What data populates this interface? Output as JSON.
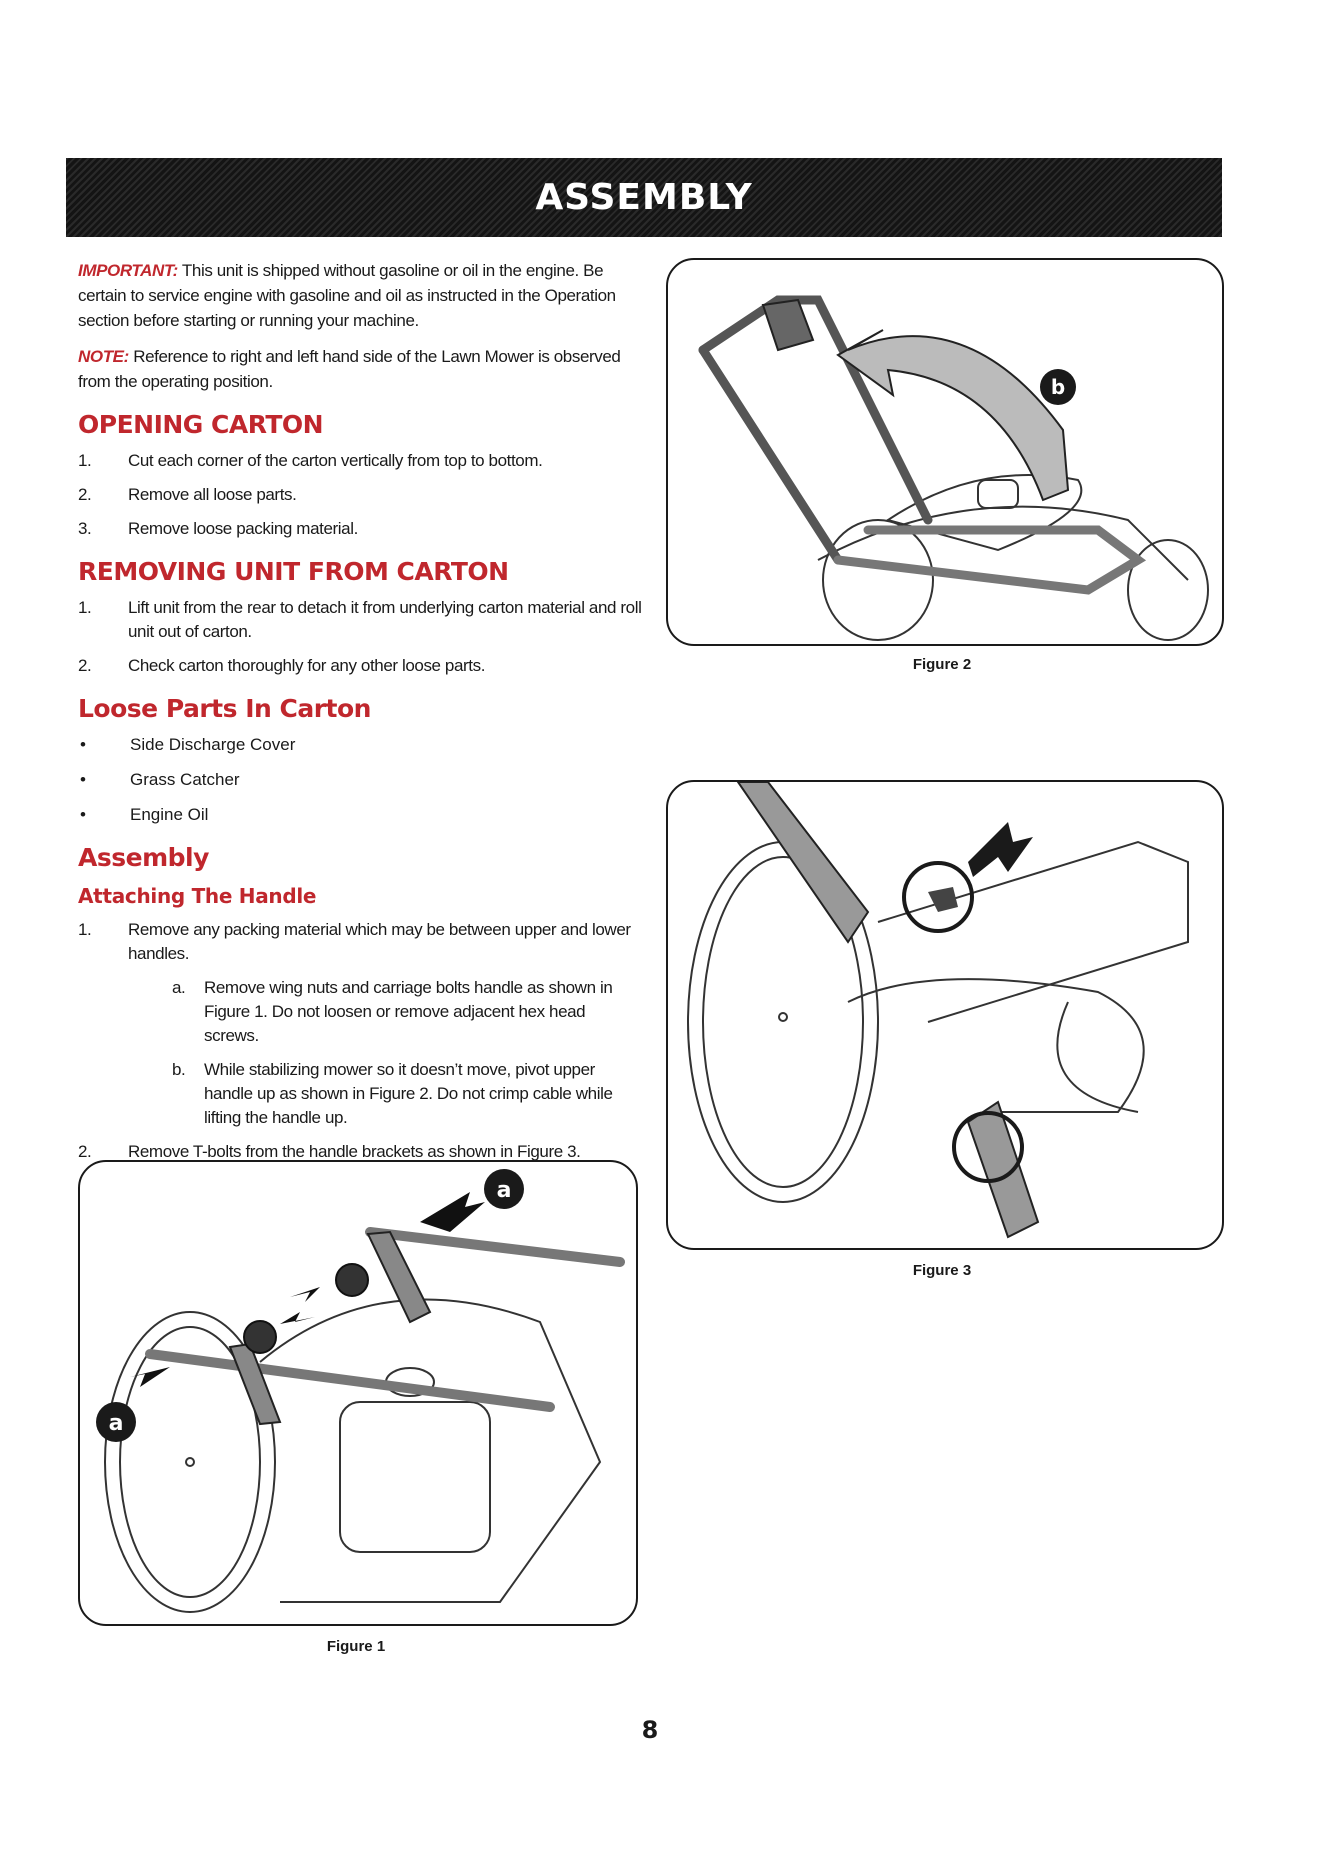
{
  "banner": {
    "title": "ASSEMBLY"
  },
  "intro": {
    "important_lead": "IMPORTANT:",
    "important_text": " This unit is shipped without gasoline or oil in the engine. Be certain to service engine with gasoline and oil as instructed in the Operation section before starting or running your machine.",
    "note_lead": "NOTE:",
    "note_text": " Reference to right and left hand side of the Lawn Mower is observed from the operating position."
  },
  "opening_carton": {
    "heading": "OPENING CARTON",
    "steps": [
      {
        "num": "1.",
        "text": "Cut each corner of the carton vertically from top to bottom."
      },
      {
        "num": "2.",
        "text": "Remove all loose parts."
      },
      {
        "num": "3.",
        "text": "Remove loose packing material."
      }
    ]
  },
  "removing_unit": {
    "heading": "REMOVING UNIT FROM CARTON",
    "steps": [
      {
        "num": "1.",
        "text": "Lift unit from the rear to detach it from underlying carton material and roll unit out of carton."
      },
      {
        "num": "2.",
        "text": "Check carton thoroughly for any other loose parts."
      }
    ]
  },
  "loose_parts": {
    "heading": "Loose Parts In Carton",
    "bullet": "•",
    "items": [
      "Side Discharge Cover",
      "Grass Catcher",
      "Engine Oil"
    ]
  },
  "assembly": {
    "heading": "Assembly",
    "subheading": "Attaching The Handle",
    "step1_num": "1.",
    "step1_text": "Remove any packing material which may be between upper and lower handles.",
    "sub_steps": [
      {
        "num": "a.",
        "text": "Remove wing nuts and carriage bolts handle as shown in Figure 1. Do not loosen or remove adjacent hex head screws."
      },
      {
        "num": "b.",
        "text": "While stabilizing mower so it doesn’t move, pivot upper handle up as shown in Figure 2. Do not crimp cable while lifting the handle up."
      }
    ],
    "step2_num": "2.",
    "step2_text": "Remove T-bolts from the handle brackets as shown in Figure 3."
  },
  "figures": {
    "figure1": {
      "caption": "Figure 1",
      "callouts": [
        "a",
        "a"
      ]
    },
    "figure2": {
      "caption": "Figure 2",
      "callouts": [
        "b"
      ]
    },
    "figure3": {
      "caption": "Figure 3"
    }
  },
  "page_number": "8",
  "colors": {
    "accent": "#c0272d",
    "banner": "#1a1a1a"
  }
}
